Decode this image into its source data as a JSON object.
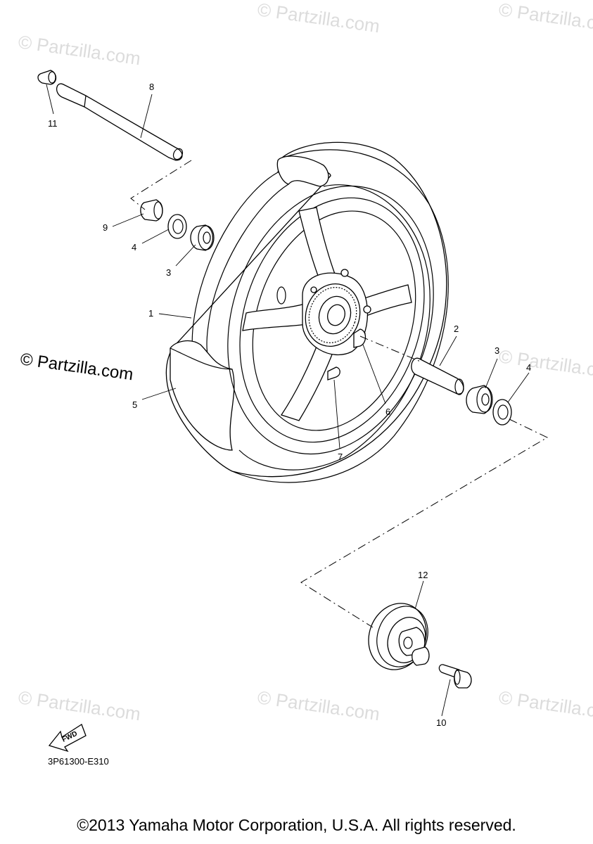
{
  "watermarks": {
    "text": "© Partzilla.com",
    "main_text": "© Partzilla.com"
  },
  "callouts": {
    "c1": "1",
    "c2": "2",
    "c3a": "3",
    "c3b": "3",
    "c4a": "4",
    "c4b": "4",
    "c5": "5",
    "c6": "6",
    "c7": "7",
    "c8": "8",
    "c9": "9",
    "c10": "10",
    "c11": "11",
    "c12": "12"
  },
  "fwd_label": "FWD",
  "diagram_code": "3P61300-E310",
  "copyright": "©2013 Yamaha Motor Corporation, U.S.A. All rights reserved."
}
